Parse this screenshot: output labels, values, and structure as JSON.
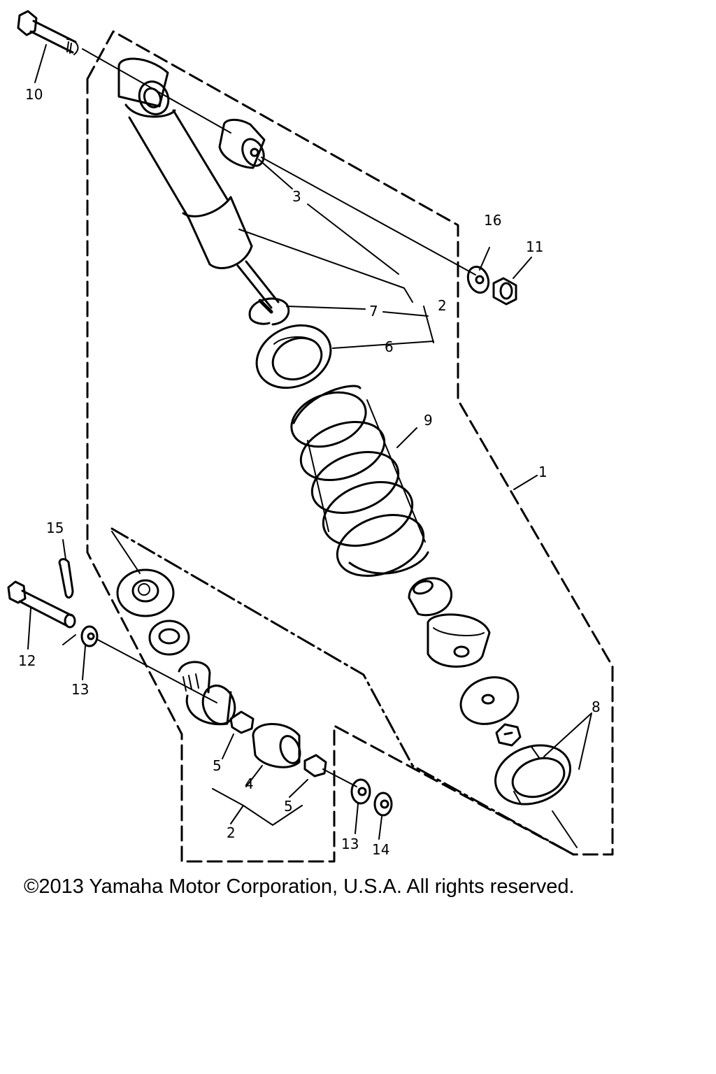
{
  "callouts": {
    "c1": "1",
    "c2_upper": "2",
    "c2_lower": "2",
    "c3": "3",
    "c4": "4",
    "c5_left": "5",
    "c5_right": "5",
    "c6": "6",
    "c7": "7",
    "c8": "8",
    "c9": "9",
    "c10": "10",
    "c11": "11",
    "c12": "12",
    "c13_left": "13",
    "c13_right": "13",
    "c14": "14",
    "c15": "15",
    "c16": "16"
  },
  "copyright": "©2013 Yamaha Motor Corporation, U.S.A. All rights reserved."
}
